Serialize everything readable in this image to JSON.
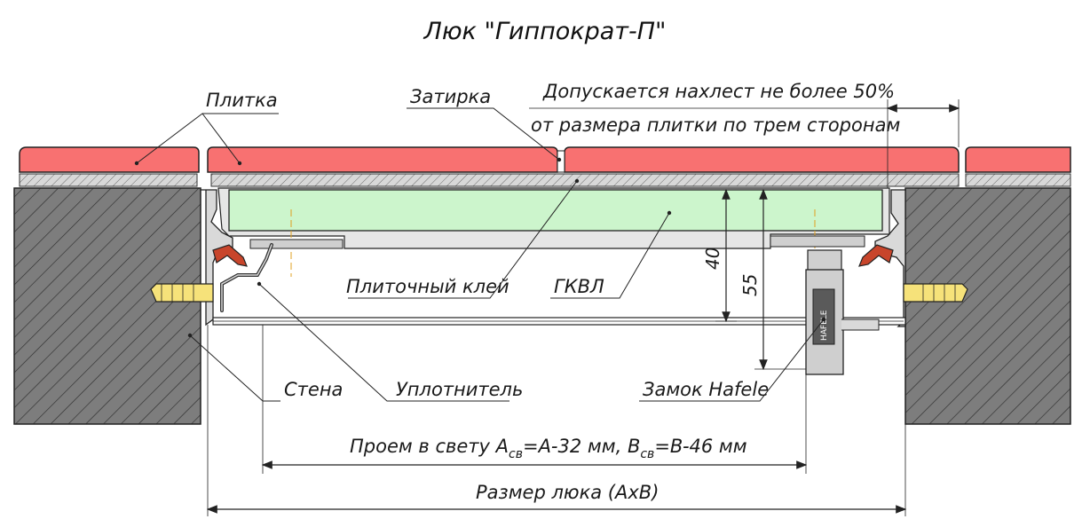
{
  "title": "Люк \"Гиппократ-П\"",
  "labels": {
    "tile": "Плитка",
    "grout": "Затирка",
    "overlap_line1": "Допускается нахлест не более 50%",
    "overlap_line2": "от размера плитки по трем сторонам",
    "tile_adhesive": "Плиточный клей",
    "gkvl": "ГКВЛ",
    "wall": "Стена",
    "seal": "Уплотнитель",
    "lock": "Замок Hafele",
    "lock_brand": "HAFELE",
    "opening_prefix": "Проем в свету A",
    "opening_sub_a": "св",
    "opening_mid": "=A-32 мм, B",
    "opening_sub_b": "св",
    "opening_suffix": "=B-46 мм",
    "hatch_size": "Размер люка (AxB)",
    "dim_40": "40",
    "dim_55": "55"
  },
  "colors": {
    "tile": "#f87171",
    "gkvl": "#ccf5cc",
    "brass": "#f6e27a",
    "seal": "#c8452b",
    "frame": "#d9d9d9",
    "outline": "#1f1f1f"
  }
}
